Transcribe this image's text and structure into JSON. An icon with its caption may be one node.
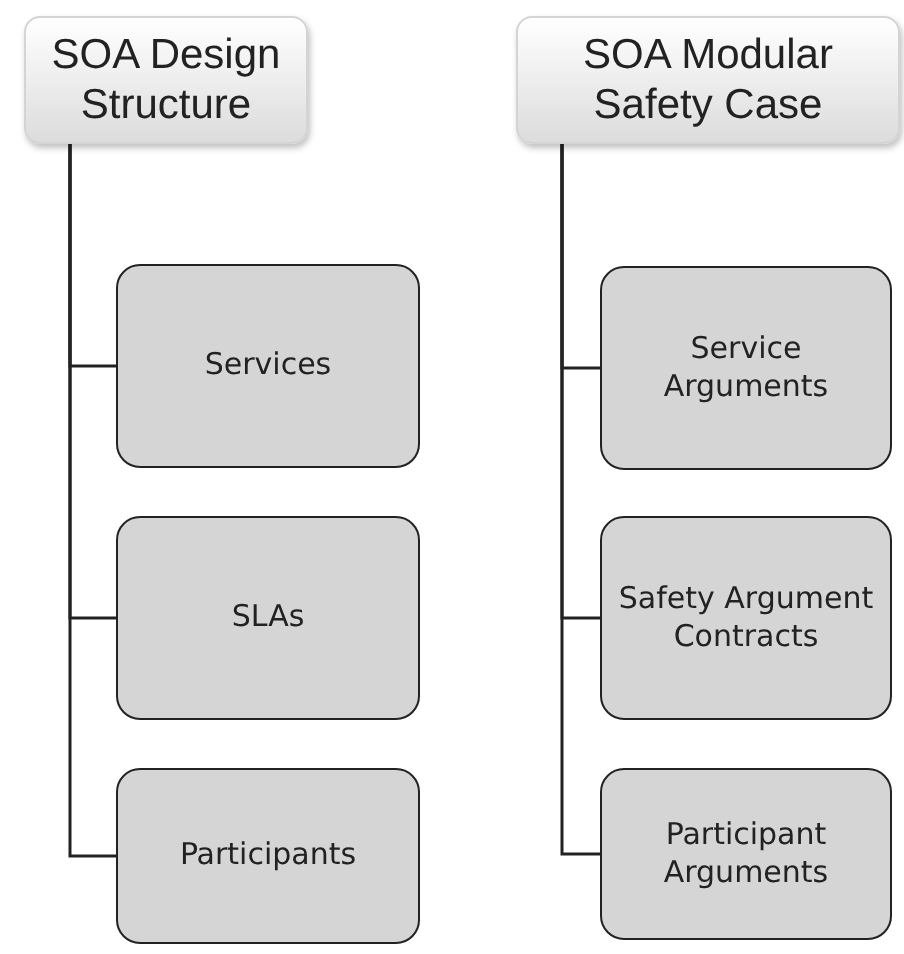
{
  "diagram": {
    "nodes": [
      {
        "text": [
          "SOA Design Structure"
        ]
      },
      {
        "text": [
          "Services"
        ]
      },
      {
        "text": [
          "SLAs"
        ]
      },
      {
        "text": [
          "Participants"
        ]
      },
      {
        "text": [
          "SOA Modular Safety Case"
        ]
      },
      {
        "text": [
          "Service Arguments"
        ]
      },
      {
        "text": [
          "Safety Argument Contracts"
        ]
      },
      {
        "text": [
          "Participant Arguments"
        ]
      }
    ],
    "edges": [
      {
        "from": 0,
        "to": 1,
        "arrow": "none"
      },
      {
        "from": 0,
        "to": 2,
        "arrow": "none"
      },
      {
        "from": 0,
        "to": 3,
        "arrow": "none"
      },
      {
        "from": 4,
        "to": 5,
        "arrow": "none"
      },
      {
        "from": 4,
        "to": 6,
        "arrow": "none"
      },
      {
        "from": 4,
        "to": 7,
        "arrow": "none"
      }
    ]
  }
}
